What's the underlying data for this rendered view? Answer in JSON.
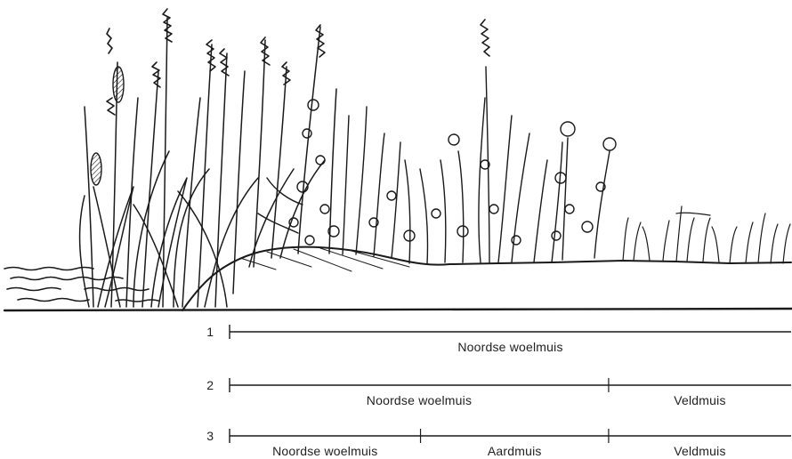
{
  "zones": [
    {
      "number": "1",
      "segments": [
        {
          "label": "Noordse woelmuis",
          "from": 0,
          "to": 1
        }
      ],
      "dividers": []
    },
    {
      "number": "2",
      "segments": [
        {
          "label": "Noordse woelmuis",
          "from": 0,
          "to": 0.675
        },
        {
          "label": "Veldmuis",
          "from": 0.675,
          "to": 1
        }
      ],
      "dividers": [
        0.675
      ]
    },
    {
      "number": "3",
      "segments": [
        {
          "label": "Noordse woelmuis",
          "from": 0,
          "to": 0.34
        },
        {
          "label": "Aardmuis",
          "from": 0.34,
          "to": 0.675
        },
        {
          "label": "Veldmuis",
          "from": 0.675,
          "to": 1
        }
      ],
      "dividers": [
        0.34,
        0.675
      ]
    }
  ]
}
